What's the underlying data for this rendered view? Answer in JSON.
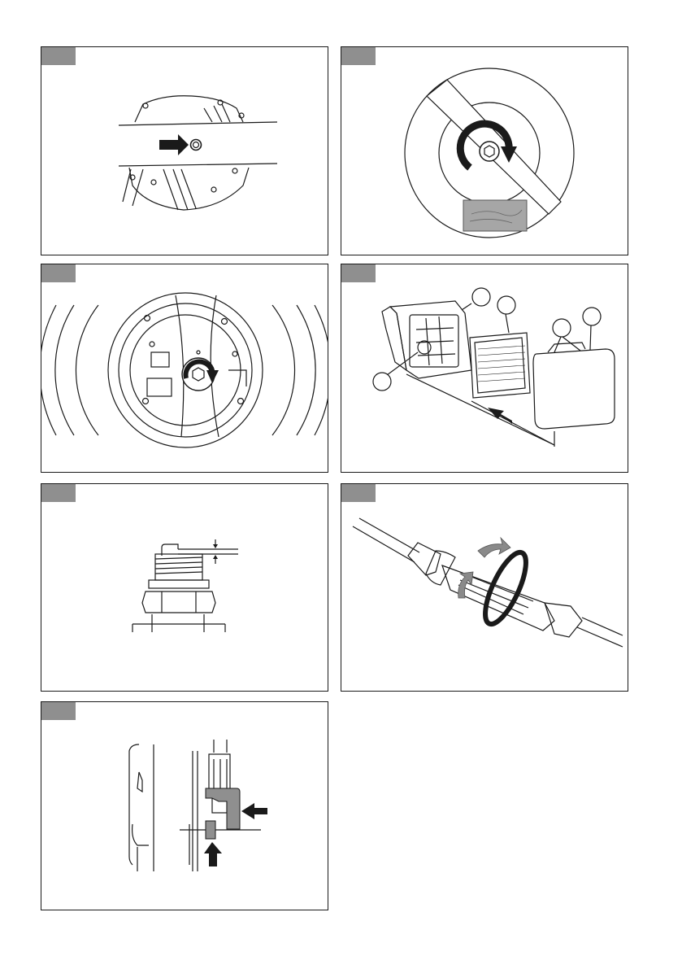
{
  "colors": {
    "border": "#1a1a1a",
    "tab": "#8f8f8f",
    "line": "#1a1a1a",
    "arrow_grey": "#8a8a8a",
    "wood": "#a6a6a6"
  },
  "figures": [
    {
      "id": "fig1",
      "tab_label": "",
      "depicts": "blade-hole-alignment"
    },
    {
      "id": "fig2",
      "tab_label": "",
      "depicts": "blade-rotation-wood-block"
    },
    {
      "id": "fig3",
      "tab_label": "",
      "depicts": "blade-nut-loosening"
    },
    {
      "id": "fig4",
      "tab_label": "",
      "depicts": "air-filter-assembly"
    },
    {
      "id": "fig5",
      "tab_label": "",
      "depicts": "spark-plug-gap"
    },
    {
      "id": "fig6",
      "tab_label": "",
      "depicts": "handle-grip-twist"
    },
    {
      "id": "fig7",
      "tab_label": "",
      "depicts": "throttle-cable-adjustment"
    }
  ]
}
